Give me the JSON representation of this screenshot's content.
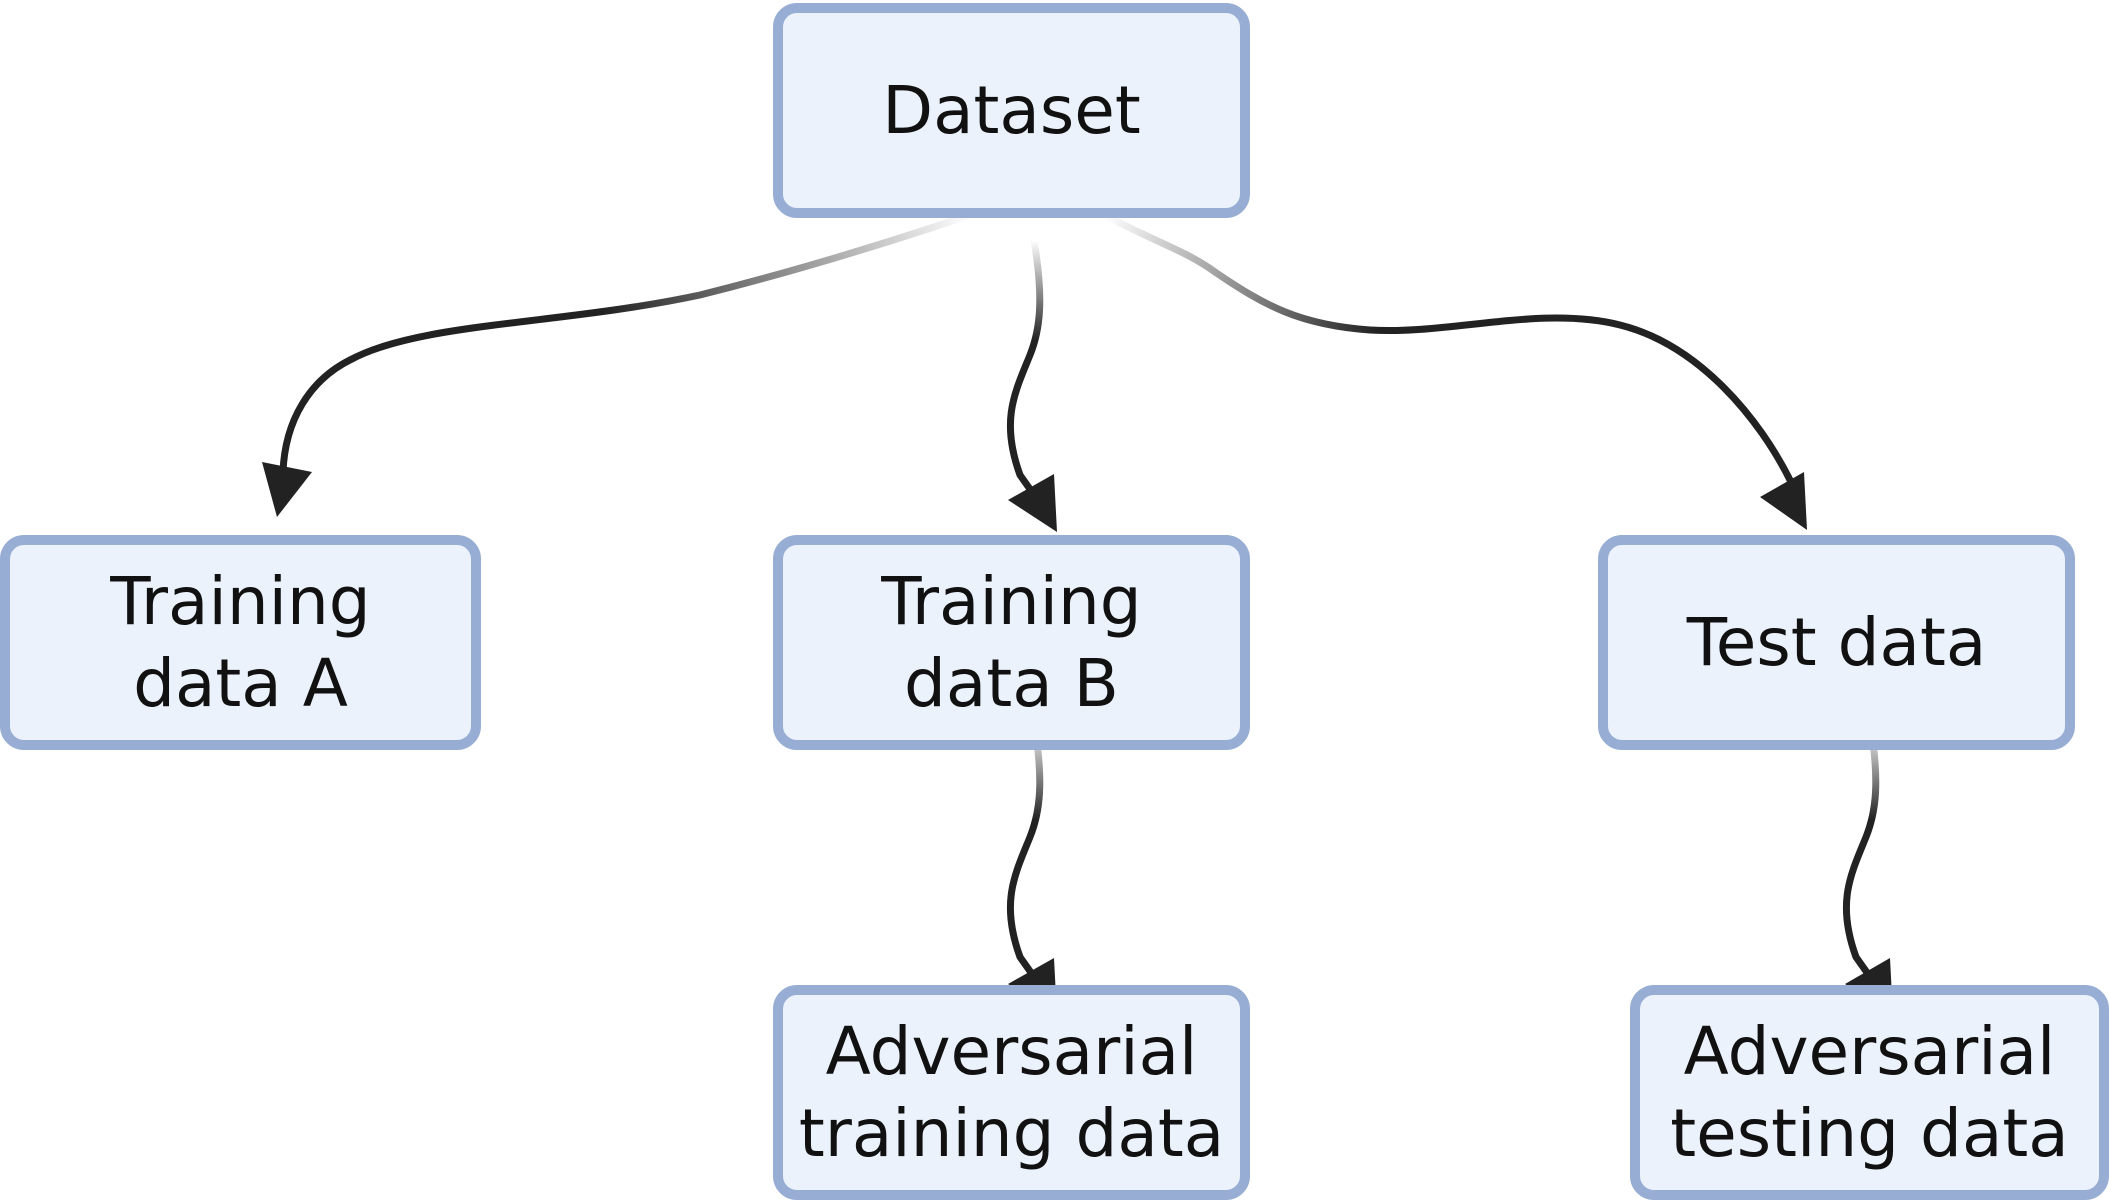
{
  "nodes": {
    "dataset": "Dataset",
    "training_a": "Training\ndata A",
    "training_b": "Training\ndata B",
    "test": "Test data",
    "adv_training": "Adversarial\ntraining data",
    "adv_testing": "Adversarial\ntesting data"
  },
  "colors": {
    "node_fill": "#ebf2fb",
    "node_border": "#97add4",
    "edge": "#222222"
  },
  "edges": [
    {
      "from": "dataset",
      "to": "training_a"
    },
    {
      "from": "dataset",
      "to": "training_b"
    },
    {
      "from": "dataset",
      "to": "test"
    },
    {
      "from": "training_b",
      "to": "adv_training"
    },
    {
      "from": "test",
      "to": "adv_testing"
    }
  ]
}
